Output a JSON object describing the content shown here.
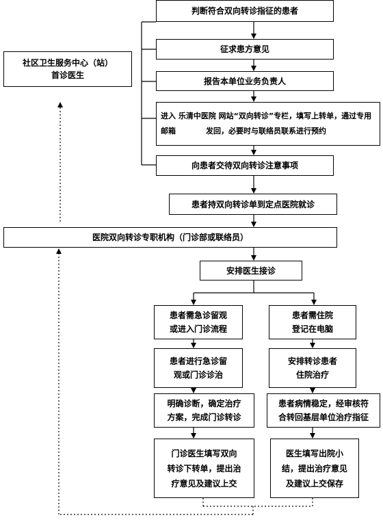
{
  "nodes": {
    "n1": "判断符合双向转诊指征的患者",
    "n2": "征求患方意见",
    "n3": "报告本单位业务负责人",
    "n4": "进入 乐清中医院  网站“双向转诊”专栏，填写上转单，通过专用邮箱　　　　发回，必要时与联络员联系进行预约",
    "n5": "向患者交待双向转诊注意事项",
    "n6": "患者持双向转诊单到定点医院就诊",
    "community": "社区卫生服务中心（站）\n首诊医生",
    "hospital": "医院双向转诊专职机构（门诊部或联络员）",
    "arrange": "安排医生接诊",
    "l1": "患者需急诊留观\n或进入门诊流程",
    "l2": "患者进行急诊留\n观或门诊诊治",
    "l3": "明确诊断，确定治疗\n方案，完成门诊转诊",
    "l4": "门诊医生填写双向\n转诊下转单，提出治\n疗意见及建议上交",
    "r1": "患者需住院\n登记在电脑",
    "r2": "安排转诊患者\n住院治疗",
    "r3": "患者病情稳定，经审核符\n合转回基层单位治疗指征",
    "r4": "医生填写出院小\n结，提出治疗意见\n及建议上交保存"
  }
}
